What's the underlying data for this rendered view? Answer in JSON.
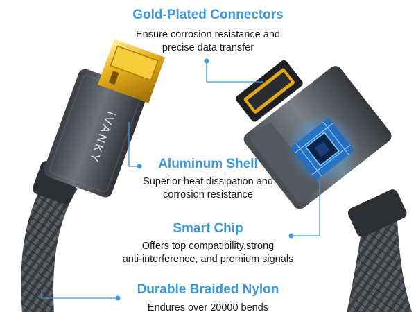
{
  "brand": "iVANKY",
  "accent_color": "#3d97dd",
  "features": [
    {
      "title": "Gold-Plated Connectors",
      "lines": [
        "Ensure corrosion resistance and",
        "precise data transfer"
      ]
    },
    {
      "title": "Aluminum Shell",
      "lines": [
        "Superior heat dissipation and",
        "corrosion resistance"
      ]
    },
    {
      "title": "Smart Chip",
      "lines": [
        "Offers top compatibility,strong",
        "anti-interference, and premium signals"
      ]
    },
    {
      "title": "Durable Braided Nylon",
      "lines": [
        "Endures over 20000 bends"
      ]
    }
  ]
}
